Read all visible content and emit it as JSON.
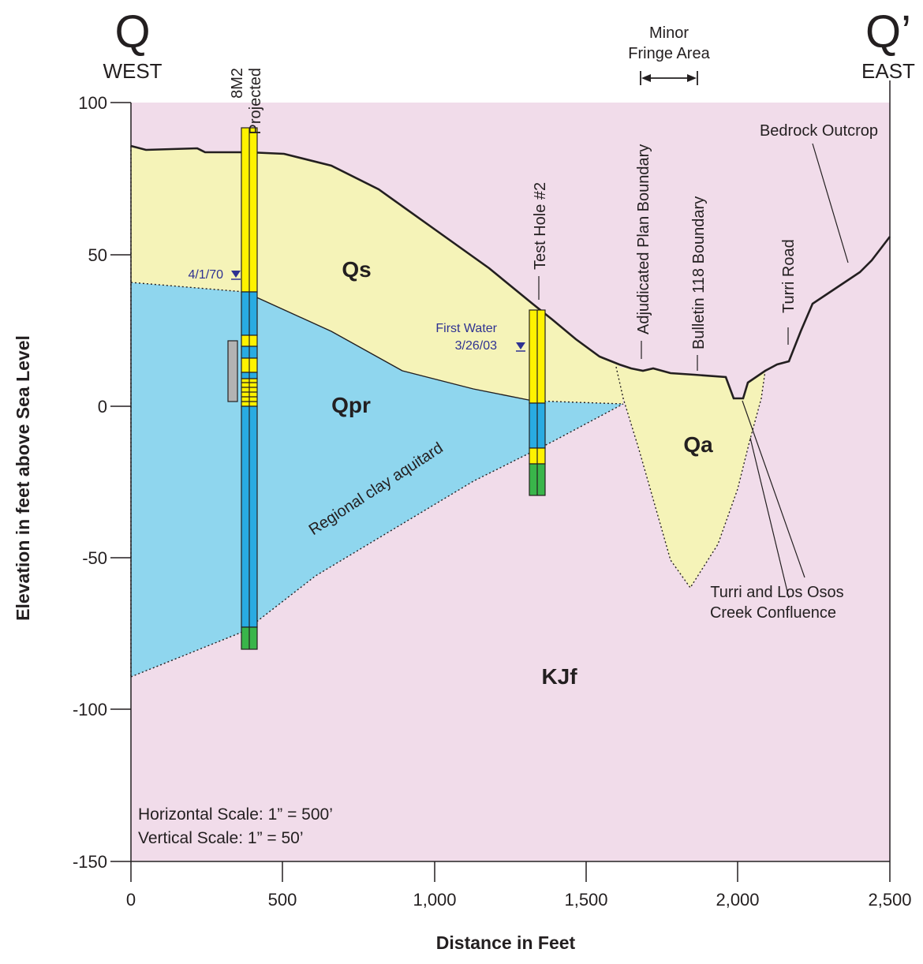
{
  "section": {
    "west_letter": "Q",
    "east_letter": "Q’",
    "west_label": "WEST",
    "east_label": "EAST"
  },
  "axes": {
    "y_title": "Elevation in feet above Sea Level",
    "x_title": "Distance in Feet",
    "y_ticks": [
      "100",
      "50",
      "0",
      "-50",
      "-100",
      "-150"
    ],
    "x_ticks": [
      "0",
      "500",
      "1,000",
      "1,500",
      "2,000",
      "2,500"
    ],
    "x_range_ft": [
      0,
      2500
    ],
    "y_range_ft": [
      -150,
      100
    ]
  },
  "units": {
    "qs": "Qs",
    "qpr": "Qpr",
    "qa": "Qa",
    "kjf": "KJf",
    "aquitard": "Regional clay aquitard"
  },
  "wells": {
    "well_8m2_line1": "8M2",
    "well_8m2_line2": "Projected",
    "test_hole": "Test Hole #2",
    "water_8m2_date": "4/1/70",
    "first_water_line1": "First Water",
    "first_water_line2": "3/26/03"
  },
  "annotations": {
    "fringe_line1": "Minor",
    "fringe_line2": "Fringe Area",
    "adjudicated": "Adjudicated Plan Boundary",
    "bulletin": "Bulletin 118 Boundary",
    "turri_road": "Turri Road",
    "bedrock": "Bedrock Outcrop",
    "confluence_line1": "Turri and Los Osos",
    "confluence_line2": "Creek Confluence"
  },
  "scale": {
    "horizontal": "Horizontal Scale:  1” = 500’",
    "vertical": "Vertical Scale:  1” = 50’"
  },
  "colors": {
    "qs": "#f5f3b8",
    "qpr": "#8fd6ee",
    "kjf": "#f1dcea",
    "well_yellow": "#fff200",
    "well_blue": "#29abe2",
    "well_green": "#39b54a",
    "water_marker": "#2e3192"
  }
}
